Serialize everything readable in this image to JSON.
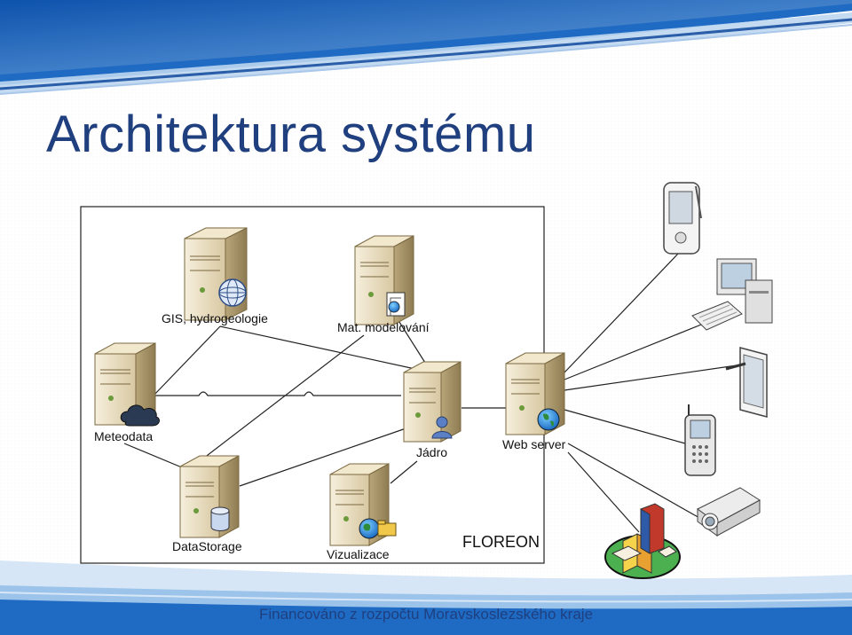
{
  "slide": {
    "title": "Architektura systému",
    "footer": "Financováno z rozpočtu Moravskoslezského kraje"
  },
  "diagram": {
    "nodes": {
      "gis": "GIS, hydrogeologie",
      "mat": "Mat. modelování",
      "meteo": "Meteodata",
      "jadro": "Jádro",
      "web": "Web server",
      "datastorage": "DataStorage",
      "vizualizace": "Vizualizace"
    },
    "brand": "FLOREON"
  },
  "colors": {
    "title": "#1f3f7f",
    "band_dark": "#1f6bc4",
    "band_light": "#9cc4ea",
    "server_body": "#e8dcc0"
  }
}
